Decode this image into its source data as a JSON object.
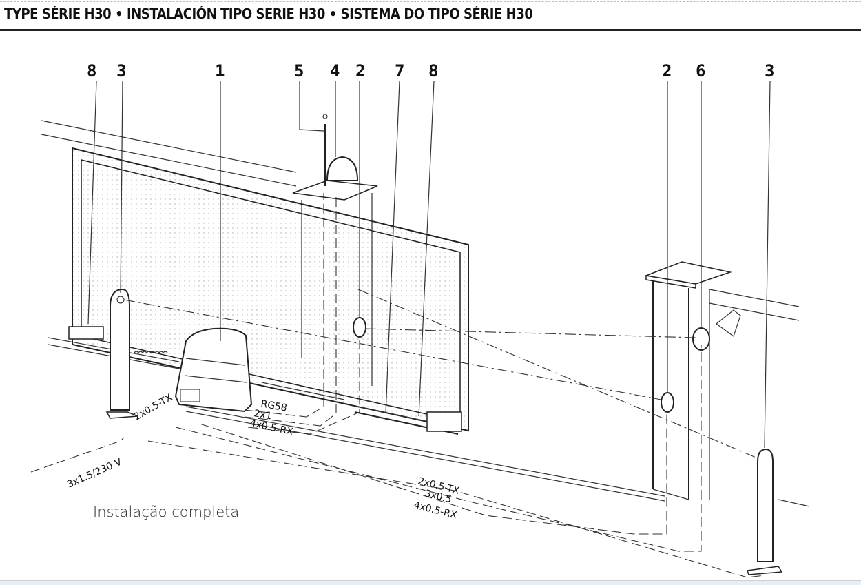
{
  "header": {
    "title": "TYPE SÉRIE H30 • INSTALACIÓN TIPO SERIE H30 • SISTEMA DO TIPO SÉRIE H30"
  },
  "callouts": [
    "8",
    "3",
    "1",
    "5",
    "4",
    "2",
    "7",
    "8",
    "2",
    "6",
    "3"
  ],
  "cables": {
    "power": "3x1.5/230 V",
    "tx_left": "2x0.5-TX",
    "rg58": "RG58",
    "c2x1": "2x1",
    "rx_left": "4x0.5-RX",
    "tx_right": "2x0.5-TX",
    "c3x05": "3x0.5",
    "rx_right": "4x0.5-RX"
  },
  "caption": "Instalação completa"
}
